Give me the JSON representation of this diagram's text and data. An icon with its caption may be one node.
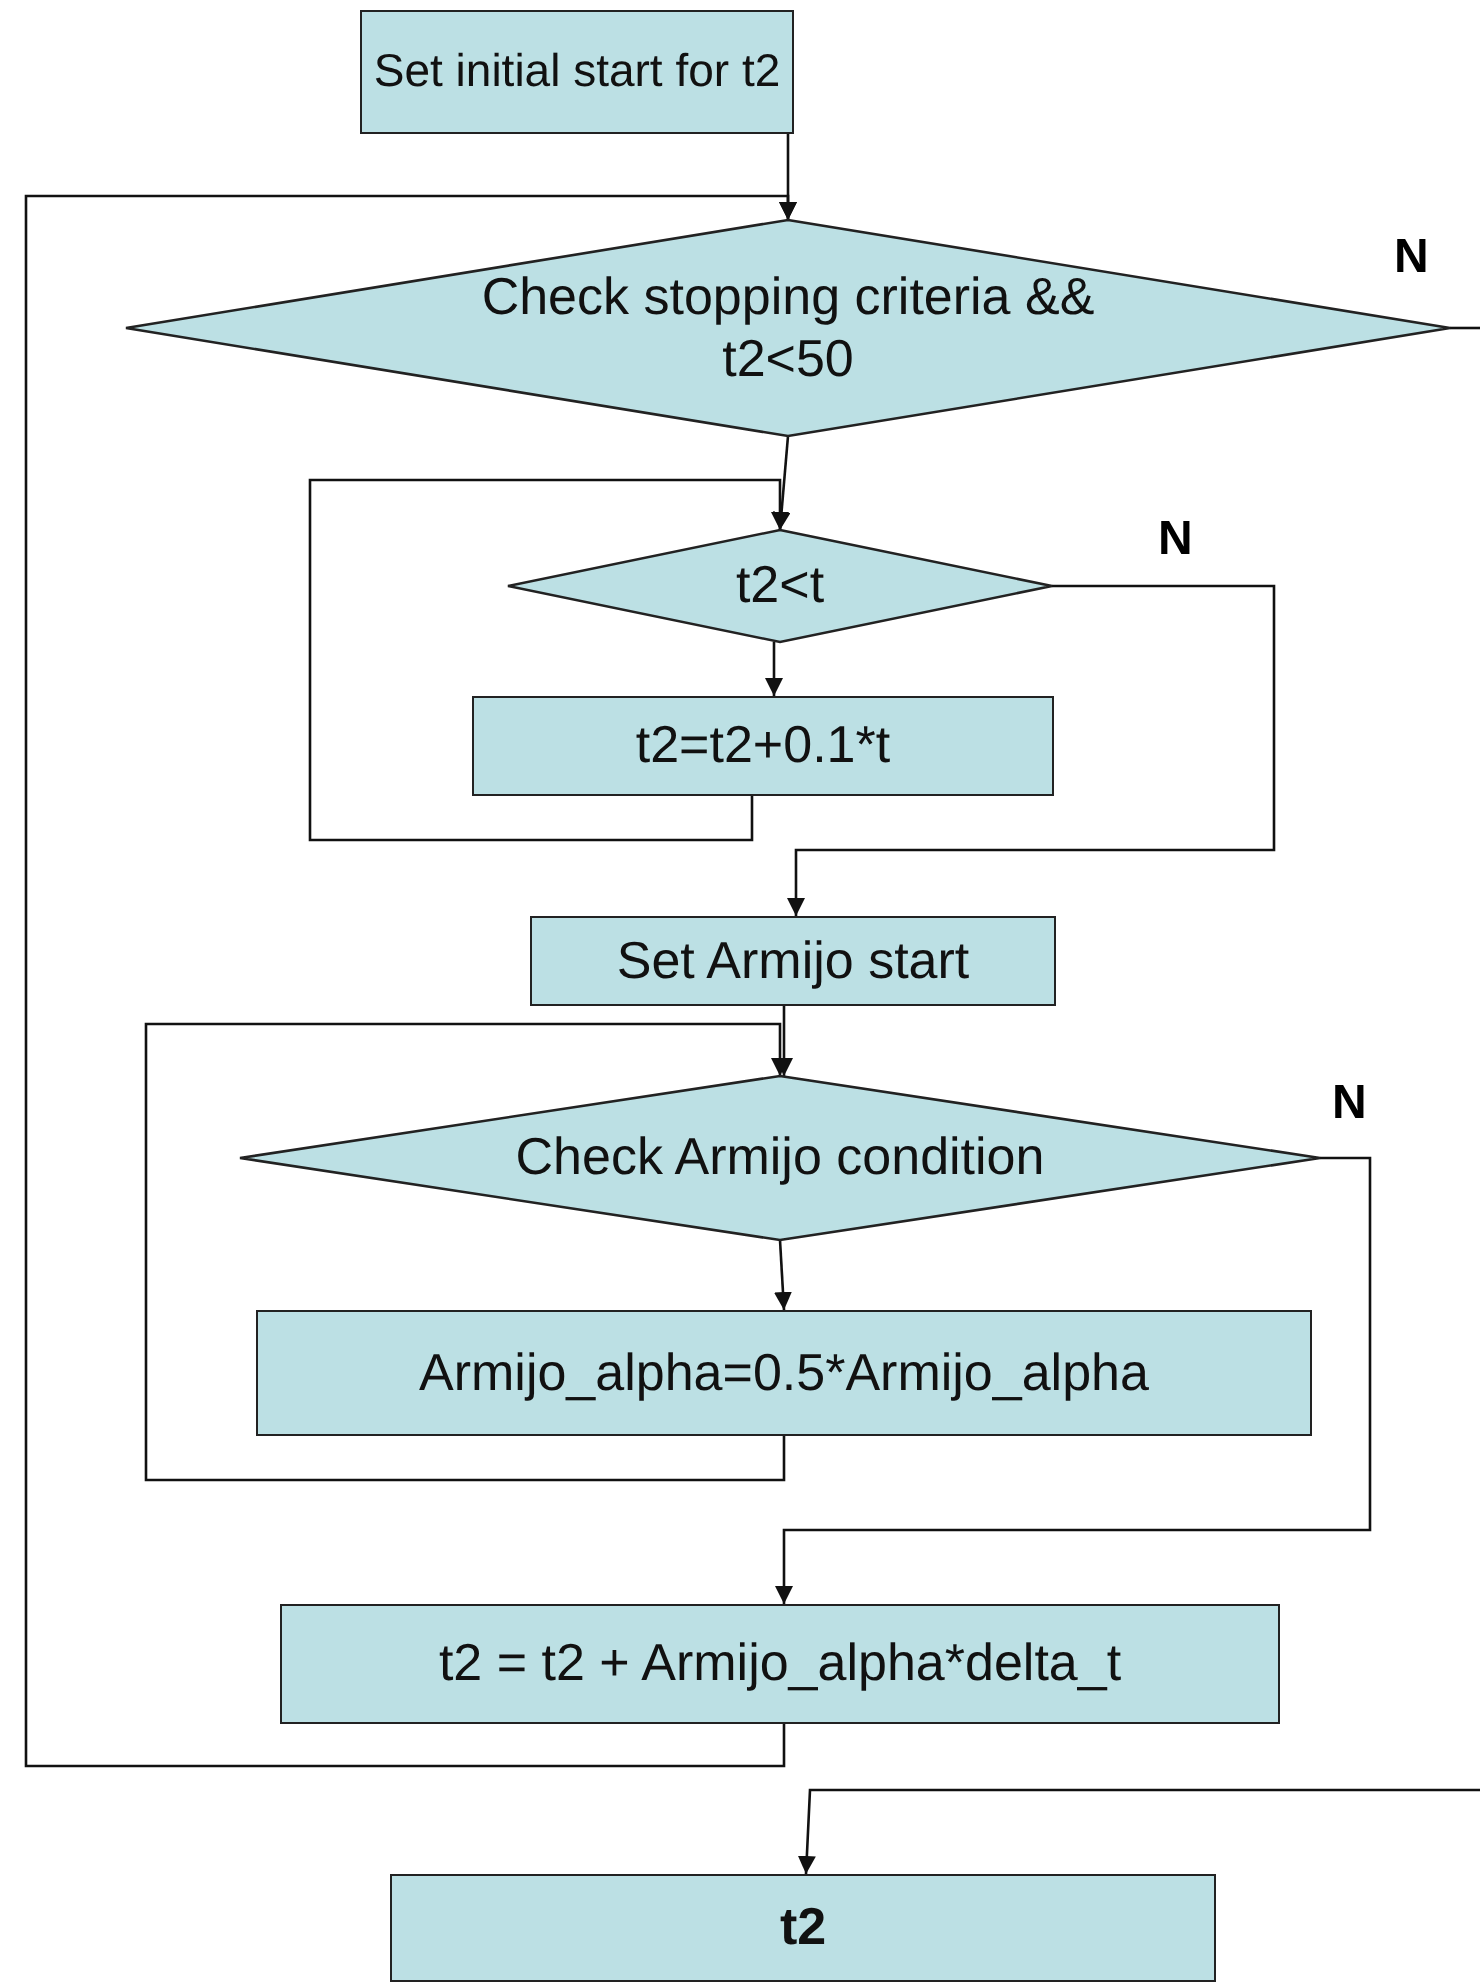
{
  "diagram": {
    "nodes": [
      {
        "text": [
          "Set initial start for t2"
        ]
      },
      {
        "text": [
          "Check stopping criteria && t2<50"
        ]
      },
      {
        "text": [
          "t2<t"
        ]
      },
      {
        "text": [
          "t2=t2+0.1*t"
        ]
      },
      {
        "text": [
          "Set Armijo start"
        ]
      },
      {
        "text": [
          "Check Armijo condition"
        ]
      },
      {
        "text": [
          "Armijo_alpha=0.5*Armijo_alpha"
        ]
      },
      {
        "text": [
          "t2 = t2 + Armijo_alpha*delta_t"
        ]
      },
      {
        "text": [
          "t2"
        ]
      }
    ],
    "edges": [
      {
        "from": 0,
        "to": 1,
        "arrow": "to"
      },
      {
        "from": 1,
        "to": 2,
        "arrow": "to"
      },
      {
        "from": 2,
        "to": 3,
        "arrow": "to"
      },
      {
        "from": 3,
        "to": 2,
        "arrow": "to"
      },
      {
        "from": 2,
        "to": 4,
        "arrow": "to"
      },
      {
        "from": 4,
        "to": 5,
        "arrow": "to"
      },
      {
        "from": 5,
        "to": 6,
        "arrow": "to"
      },
      {
        "from": 6,
        "to": 5,
        "arrow": "to"
      },
      {
        "from": 5,
        "to": 7,
        "arrow": "to"
      },
      {
        "from": 7,
        "to": 1,
        "arrow": "to"
      },
      {
        "from": 1,
        "to": null,
        "arrow": "none"
      },
      {
        "from": null,
        "to": 8,
        "arrow": "to"
      }
    ],
    "labels": [
      "N",
      "N",
      "N"
    ]
  }
}
